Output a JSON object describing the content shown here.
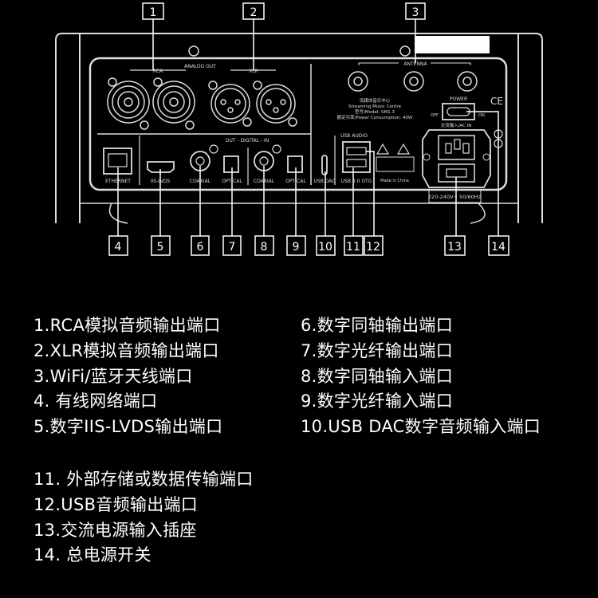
{
  "callouts": [
    "1",
    "2",
    "3",
    "4",
    "5",
    "6",
    "7",
    "8",
    "9",
    "10",
    "11",
    "12",
    "13",
    "14"
  ],
  "panel": {
    "analog_out": "ANALOG OUT",
    "rca": "RCA",
    "xlr": "XLR",
    "antenna": "ANTENNA",
    "digital": "OUT - DIGITAL - IN",
    "ethernet": "ETHERNET",
    "iis_lvds": "IIS-LVDS",
    "coaxial": "COAXIAL",
    "optical": "OPTICAL",
    "usb_dac": "USB DAC",
    "usb_audio": "USB AUDIO",
    "usb_otg": "USB 3.0 OTG",
    "made_in": "Made in China",
    "power": "POWER",
    "off": "OFF",
    "on": "ON",
    "ac_in": "交流输入/AC IN",
    "voltage": "220-240V~ 50/60Hz",
    "ce": "CE",
    "info": [
      "流媒体音乐中心",
      "Streaming Music Centre",
      "型号/Model: SM1.3",
      "额定功率/Power Consumption: 40W"
    ]
  },
  "legend": {
    "left": [
      "1.RCA模拟音频输出端口",
      "2.XLR模拟音频输出端口",
      "3.WiFi/蓝牙天线端口",
      "4. 有线网络端口",
      "5.数字IIS-LVDS输出端口"
    ],
    "right": [
      "6.数字同轴输出端口",
      "7.数字光纤输出端口",
      "8.数字同轴输入端口",
      "9.数字光纤输入端口",
      "10.USB DAC数字音频输入端口"
    ],
    "bottom": [
      "11. 外部存储或数据传输端口",
      "12.USB音频输出端口",
      "13.交流电源输入插座",
      "14. 总电源开关"
    ]
  }
}
